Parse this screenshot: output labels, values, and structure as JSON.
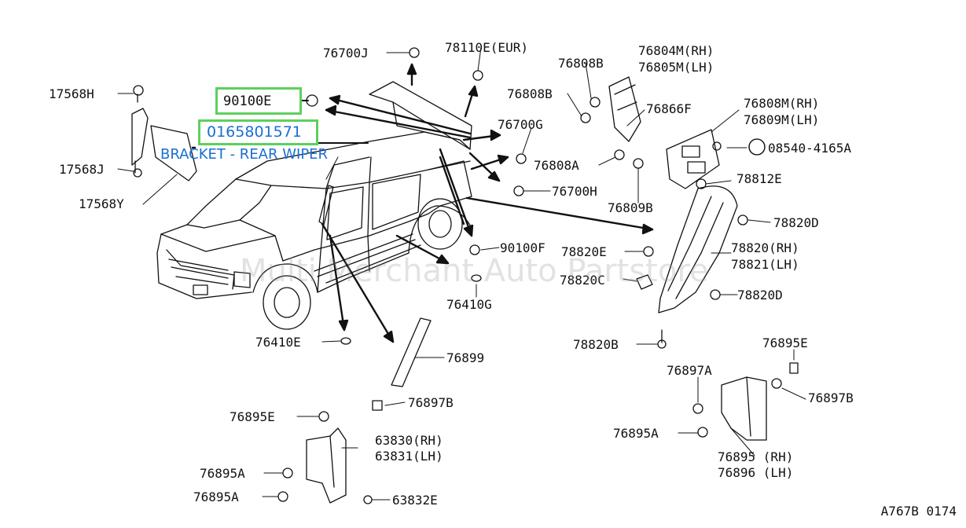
{
  "highlights": {
    "part_90100e": "90100E",
    "part_number": "0165801571",
    "bracket_caption": "BRACKET - REAR WIPER"
  },
  "labels": {
    "l76700j": "76700J",
    "l78110e": "78110E(EUR)",
    "l76808b_a": "76808B",
    "l76804m": "76804M(RH)",
    "l76805m": "76805M(LH)",
    "l17568h": "17568H",
    "l76808b_b": "76808B",
    "l76866f": "76866F",
    "l76808m": "76808M(RH)",
    "l76809m": "76809M(LH)",
    "l76700g": "76700G",
    "l08540": "08540-4165A",
    "l17568j": "17568J",
    "l76808a": "76808A",
    "l78812e": "78812E",
    "l76700h": "76700H",
    "l17568y": "17568Y",
    "l76809b": "76809B",
    "l78820d_a": "78820D",
    "l90100f": "90100F",
    "l78820e": "78820E",
    "l78820rh": "78820(RH)",
    "l78821lh": "78821(LH)",
    "l78820c": "78820C",
    "l76410g": "76410G",
    "l78820d_b": "78820D",
    "l76410e": "76410E",
    "l78820b": "78820B",
    "l76895e_r": "76895E",
    "l76899": "76899",
    "l76897a": "76897A",
    "l76895e_l": "76895E",
    "l76897b_l": "76897B",
    "l76897b_r": "76897B",
    "l63830": "63830(RH)",
    "l63831": "63831(LH)",
    "l76895a_r": "76895A",
    "l76895a_l1": "76895A",
    "l76895a_l2": "76895A",
    "l63832e": "63832E",
    "l76895rh": "76895 (RH)",
    "l76896lh": "76896 (LH)"
  },
  "watermark": "Multi Merchant Auto Partstore",
  "diagram_code": "A767B 0174"
}
